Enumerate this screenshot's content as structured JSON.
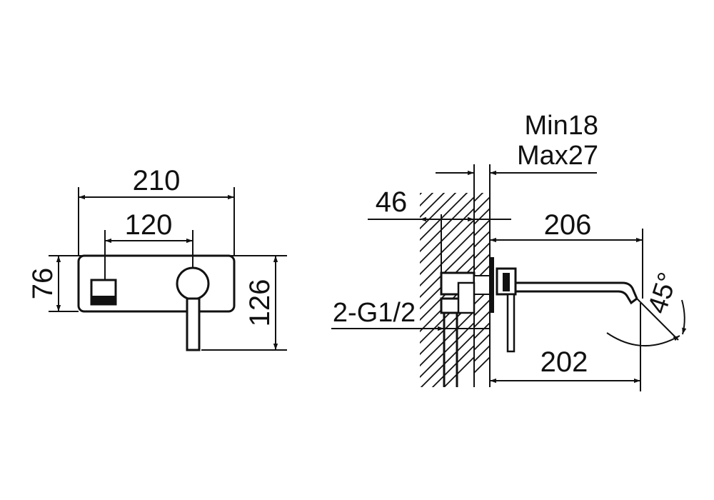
{
  "front_view": {
    "dim_width_total": "210",
    "dim_center_distance": "120",
    "dim_height_plate": "76",
    "dim_height_total": "126"
  },
  "side_view": {
    "wall_min": "Min18",
    "wall_max": "Max27",
    "dim_body_depth": "46",
    "dim_spout_top": "206",
    "dim_spout_bottom": "202",
    "dim_angle": "45°",
    "thread": "2-G1/2"
  }
}
